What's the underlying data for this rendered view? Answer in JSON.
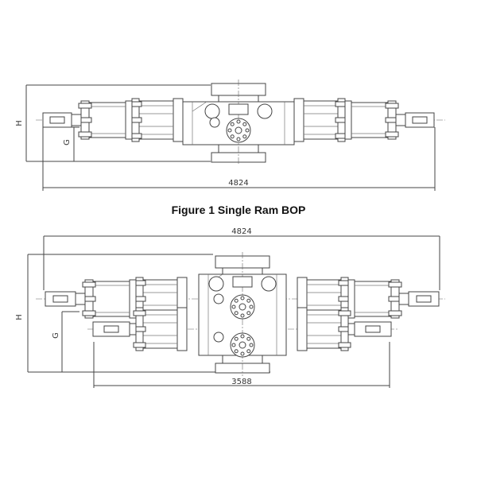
{
  "figure1": {
    "caption": "Figure 1 Single Ram BOP",
    "dim_width": "4824",
    "dim_height_label": "H",
    "dim_g_label": "G"
  },
  "figure2": {
    "dim_width_top": "4824",
    "dim_width_bottom": "3588",
    "dim_height_label": "H",
    "dim_g_label": "G"
  }
}
